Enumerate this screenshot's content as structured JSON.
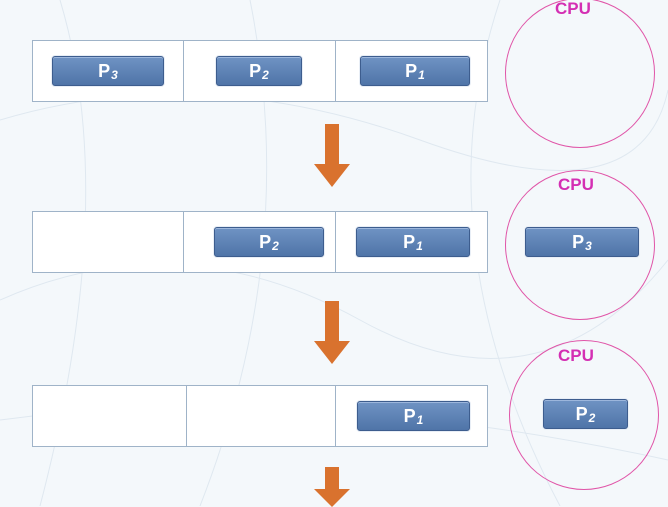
{
  "colors": {
    "process_fill": "#5a7fb4",
    "cpu_border": "#e055a8",
    "cpu_label": "#d42fb3",
    "arrow": "#d9722e"
  },
  "stages": [
    {
      "queue": [
        "P3",
        "P2",
        "P1"
      ],
      "cpu": {
        "label": "CPU",
        "process": ""
      }
    },
    {
      "queue": [
        "",
        "P2",
        "P1"
      ],
      "cpu": {
        "label": "CPU",
        "process": "P3"
      }
    },
    {
      "queue": [
        "",
        "",
        "P1"
      ],
      "cpu": {
        "label": "CPU",
        "process": "P2"
      }
    }
  ],
  "processes": {
    "p1": {
      "letter": "P",
      "sub": "1"
    },
    "p2": {
      "letter": "P",
      "sub": "2"
    },
    "p3": {
      "letter": "P",
      "sub": "3"
    }
  }
}
